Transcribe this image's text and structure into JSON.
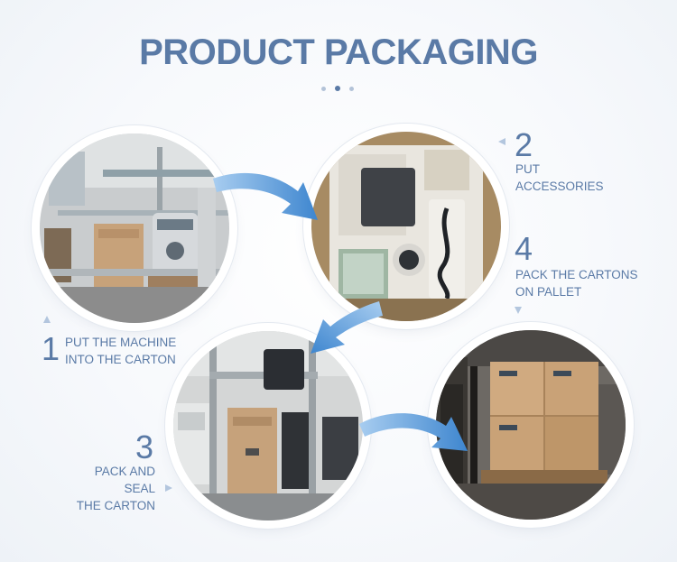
{
  "title": "PRODUCT PACKAGING",
  "steps": [
    {
      "number": "1",
      "line1": "PUT THE MACHINE",
      "line2": "INTO THE CARTON"
    },
    {
      "number": "2",
      "line1": "PUT",
      "line2": "ACCESSORIES"
    },
    {
      "number": "3",
      "line1": "PACK AND SEAL",
      "line2": "THE CARTON"
    },
    {
      "number": "4",
      "line1": "PACK THE CARTONS",
      "line2": "ON PALLET"
    }
  ],
  "colors": {
    "accent": "#5a7aa6",
    "arrow": "#4f8fd2"
  }
}
